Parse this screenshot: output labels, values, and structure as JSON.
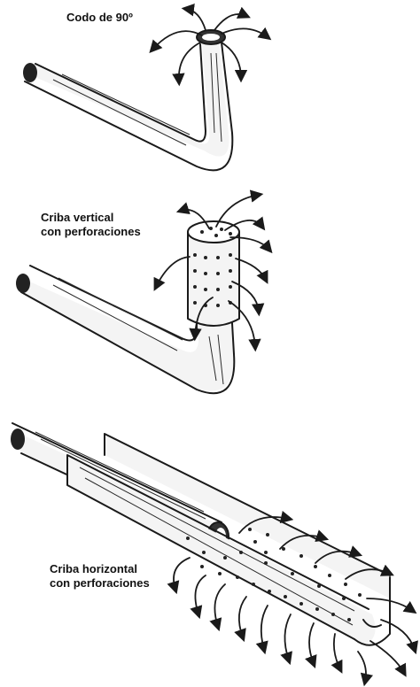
{
  "labels": {
    "elbow": "Codo de 90º",
    "vertical_screen_line1": "Criba vertical",
    "vertical_screen_line2": "con perforaciones",
    "horizontal_screen_line1": "Criba horizontal",
    "horizontal_screen_line2": "con perforaciones"
  },
  "colors": {
    "ink": "#1a1a1a",
    "background": "#ffffff",
    "pipe": "#f4f4f4"
  }
}
